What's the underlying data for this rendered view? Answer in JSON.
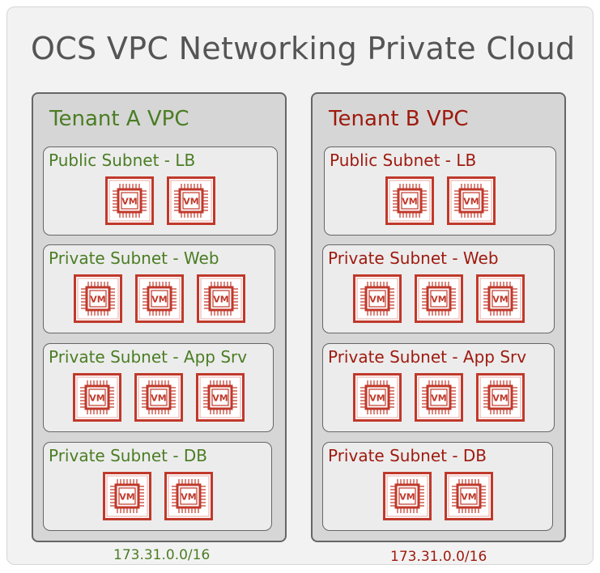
{
  "title": "OCS VPC Networking Private Cloud",
  "vm_label": "VM",
  "colors": {
    "tenant_a": "#4b7d24",
    "tenant_b": "#9e1a0f",
    "vm": "#c0392b"
  },
  "tenant_a": {
    "title": "Tenant A VPC",
    "cidr": "173.31.0.0/16",
    "subnets": [
      {
        "label": "Public Subnet - LB",
        "vm_count": 2
      },
      {
        "label": "Private Subnet - Web",
        "vm_count": 3
      },
      {
        "label": "Private Subnet - App Srv",
        "vm_count": 3
      },
      {
        "label": "Private Subnet - DB",
        "vm_count": 2
      }
    ]
  },
  "tenant_b": {
    "title": "Tenant B VPC",
    "cidr": "173.31.0.0/16",
    "subnets": [
      {
        "label": "Public Subnet - LB",
        "vm_count": 2
      },
      {
        "label": "Private Subnet - Web",
        "vm_count": 3
      },
      {
        "label": "Private Subnet - App Srv",
        "vm_count": 3
      },
      {
        "label": "Private Subnet - DB",
        "vm_count": 2
      }
    ]
  }
}
